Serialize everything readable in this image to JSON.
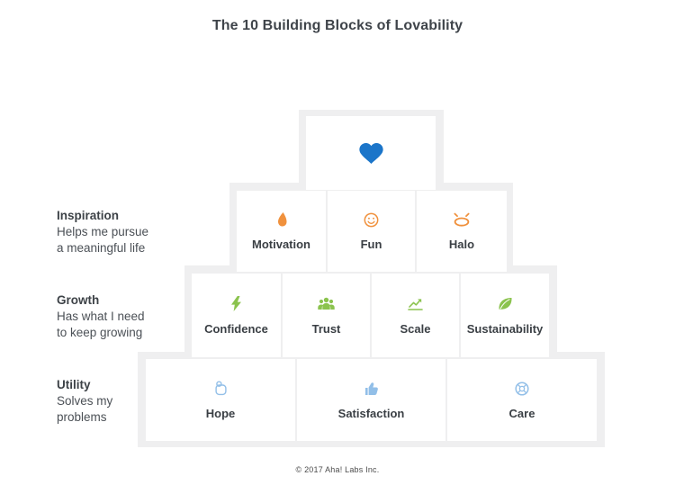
{
  "title": "The 10 Building Blocks of Lovability",
  "footer": "© 2017 Aha! Labs Inc.",
  "colors": {
    "heart": "#1b75c9",
    "inspiration_accent": "#f0913d",
    "growth_accent": "#8bc34e",
    "utility_accent": "#92bfe8",
    "frame_gray": "#efeff0"
  },
  "pyramid": {
    "heart": {
      "icon": "heart-icon"
    },
    "tiers": [
      {
        "label": "Inspiration",
        "description": [
          "Helps me pursue",
          "a meaningful life"
        ],
        "blocks": [
          {
            "label": "Motivation",
            "icon": "flame-icon"
          },
          {
            "label": "Fun",
            "icon": "smiley-icon"
          },
          {
            "label": "Halo",
            "icon": "halo-icon"
          }
        ]
      },
      {
        "label": "Growth",
        "description": [
          "Has what I need",
          "to keep growing"
        ],
        "blocks": [
          {
            "label": "Confidence",
            "icon": "bolt-icon"
          },
          {
            "label": "Trust",
            "icon": "people-icon"
          },
          {
            "label": "Scale",
            "icon": "chart-icon"
          },
          {
            "label": "Sustainability",
            "icon": "leaf-icon"
          }
        ]
      },
      {
        "label": "Utility",
        "description": [
          "Solves my",
          "problems"
        ],
        "blocks": [
          {
            "label": "Hope",
            "icon": "hand-icon"
          },
          {
            "label": "Satisfaction",
            "icon": "thumbs-up-icon"
          },
          {
            "label": "Care",
            "icon": "lifebuoy-icon"
          }
        ]
      }
    ]
  }
}
